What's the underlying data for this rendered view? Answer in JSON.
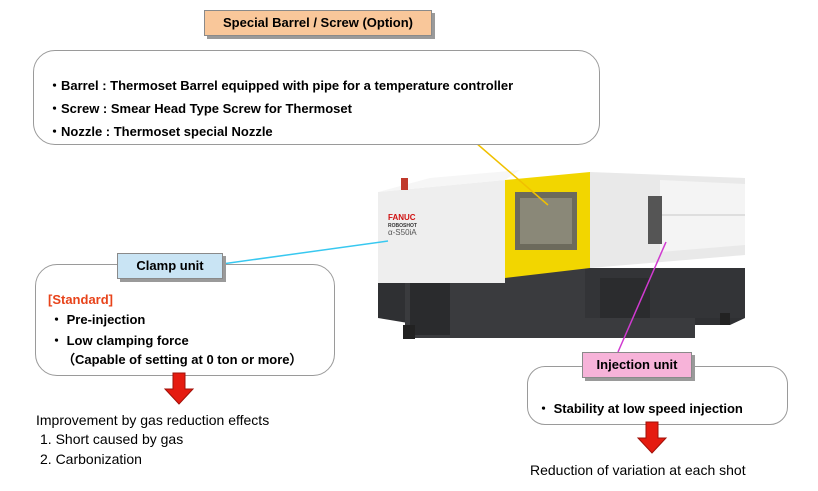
{
  "barrel": {
    "title": "Special Barrel / Screw (Option)",
    "items": [
      "・Barrel : Thermoset Barrel equipped with pipe for a temperature controller",
      "・Screw : Smear Head Type Screw for Thermoset",
      "・Nozzle : Thermoset special Nozzle"
    ]
  },
  "clamp": {
    "title": "Clamp unit",
    "standard": "[Standard]",
    "items": [
      "・ Pre-injection",
      "・ Low clamping force",
      "（Capable of setting at 0 ton or more）"
    ],
    "result_title": "Improvement by gas reduction effects",
    "results": [
      "1. Short caused by gas",
      "2. Carbonization"
    ]
  },
  "injection": {
    "title": "Injection unit",
    "items": [
      "・ Stability at low speed injection"
    ],
    "result": "Reduction of variation at each shot"
  },
  "machine": {
    "brand": "FANUC",
    "series": "ROBOSHOT",
    "model": "α-S50iA"
  },
  "colors": {
    "barrel_tag": "#f9c79a",
    "clamp_tag": "#c9e4f4",
    "injection_tag": "#f7b3d9",
    "standard_text": "#e8431a",
    "arrow": "#e51b10",
    "barrel_leader": "#f0c000",
    "clamp_leader": "#38c8f0",
    "injection_leader": "#d03ad0"
  }
}
